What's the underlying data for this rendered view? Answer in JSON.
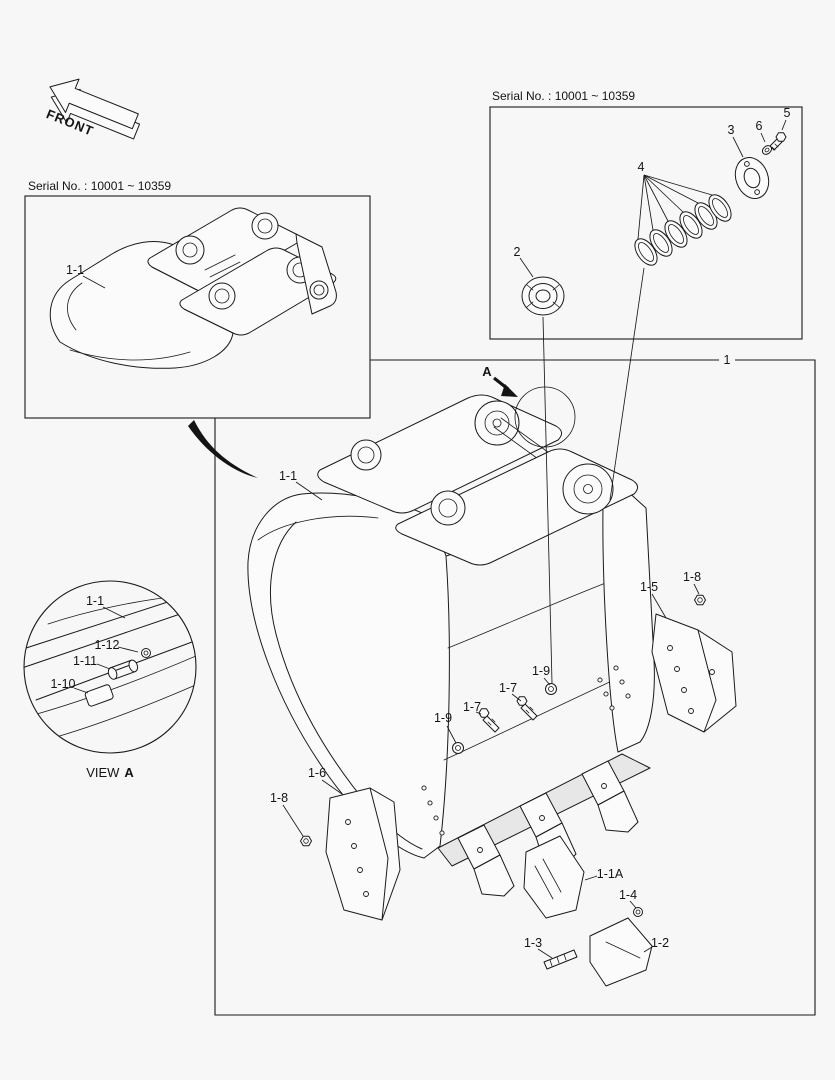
{
  "page": {
    "background": "#f7f7f7",
    "ink": "#1a1a1a"
  },
  "front_marker": {
    "label": "FRONT"
  },
  "inset_top_left": {
    "title": "Serial No. : 10001 ~ 10359",
    "callouts": {
      "c1_1": "1-1"
    }
  },
  "inset_top_right": {
    "title": "Serial No. : 10001 ~ 10359",
    "callouts": {
      "c2": "2",
      "c3": "3",
      "c4": "4",
      "c5": "5",
      "c6": "6"
    }
  },
  "main_assembly": {
    "assembly_callout": "1",
    "view_arrow_label": "A",
    "callouts": {
      "c1_1": "1-1",
      "c1_5": "1-5",
      "c1_8_right": "1-8",
      "c1_9_right": "1-9",
      "c1_7_right": "1-7",
      "c1_9_left": "1-9",
      "c1_7_left": "1-7",
      "c1_6": "1-6",
      "c1_8_left": "1-8",
      "c1_1a": "1-1A",
      "c1_4": "1-4",
      "c1_3": "1-3",
      "c1_2": "1-2"
    }
  },
  "view_a": {
    "word": "VIEW",
    "letter": "A",
    "callouts": {
      "c1_1": "1-1",
      "c1_12": "1-12",
      "c1_11": "1-11",
      "c1_10": "1-10"
    }
  }
}
